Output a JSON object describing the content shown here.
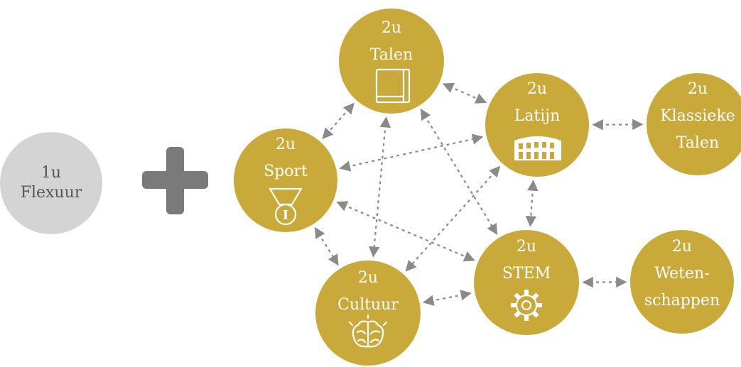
{
  "colors": {
    "node_gold": "#c9a93a",
    "flex_gray": "#d4d4d4",
    "connector_gray": "#8a8a8a",
    "plus_gray": "#7a7a7a"
  },
  "flexuur": {
    "line1": "1u",
    "line2": "Flexuur"
  },
  "plus": {
    "icon": "plus-icon"
  },
  "nodes": {
    "talen": {
      "hours": "2u",
      "label": "Talen",
      "icon": "book-icon"
    },
    "sport": {
      "hours": "2u",
      "label": "Sport",
      "icon": "medal-icon"
    },
    "latijn": {
      "hours": "2u",
      "label": "Latijn",
      "icon": "colosseum-icon"
    },
    "stem": {
      "hours": "2u",
      "label": "STEM",
      "icon": "gear-icon"
    },
    "cultuur": {
      "hours": "2u",
      "label": "Cultuur",
      "icon": "brain-icon"
    },
    "klassieke": {
      "hours": "2u",
      "line1": "Klassieke",
      "line2": "Talen"
    },
    "wetenschap": {
      "hours": "2u",
      "line1": "Weten-",
      "line2": "schappen"
    }
  },
  "connections": [
    [
      "talen",
      "sport"
    ],
    [
      "talen",
      "latijn"
    ],
    [
      "talen",
      "cultuur"
    ],
    [
      "talen",
      "stem"
    ],
    [
      "sport",
      "latijn"
    ],
    [
      "sport",
      "cultuur"
    ],
    [
      "sport",
      "stem"
    ],
    [
      "latijn",
      "cultuur"
    ],
    [
      "latijn",
      "stem"
    ],
    [
      "latijn",
      "klassieke"
    ],
    [
      "stem",
      "cultuur"
    ],
    [
      "stem",
      "wetenschap"
    ]
  ]
}
